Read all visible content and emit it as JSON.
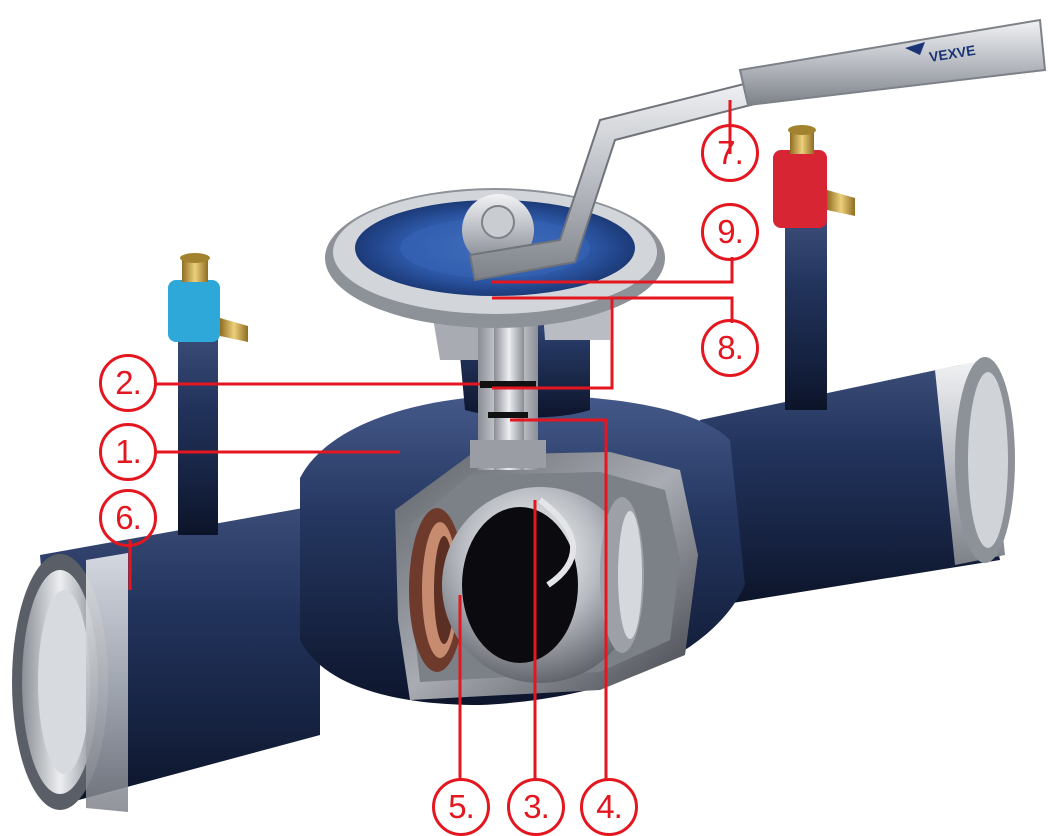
{
  "diagram": {
    "subject": "Cutaway view of a welded ball valve",
    "handle_logo_text": "VEXVE",
    "colors": {
      "callout_red": "#e4161f",
      "pipe_blue": "#1d2c4f",
      "steel": "#c9ccd1",
      "inlet_cap_blue": "#2ea8d8",
      "outlet_cap_red": "#d72533",
      "brass": "#c8a246",
      "dial_blue": "#2b55a3"
    },
    "callouts": [
      {
        "id": "c1",
        "label": "1."
      },
      {
        "id": "c2",
        "label": "2."
      },
      {
        "id": "c3",
        "label": "3."
      },
      {
        "id": "c4",
        "label": "4."
      },
      {
        "id": "c5",
        "label": "5."
      },
      {
        "id": "c6",
        "label": "6."
      },
      {
        "id": "c7",
        "label": "7."
      },
      {
        "id": "c8",
        "label": "8."
      },
      {
        "id": "c9",
        "label": "9."
      }
    ]
  }
}
